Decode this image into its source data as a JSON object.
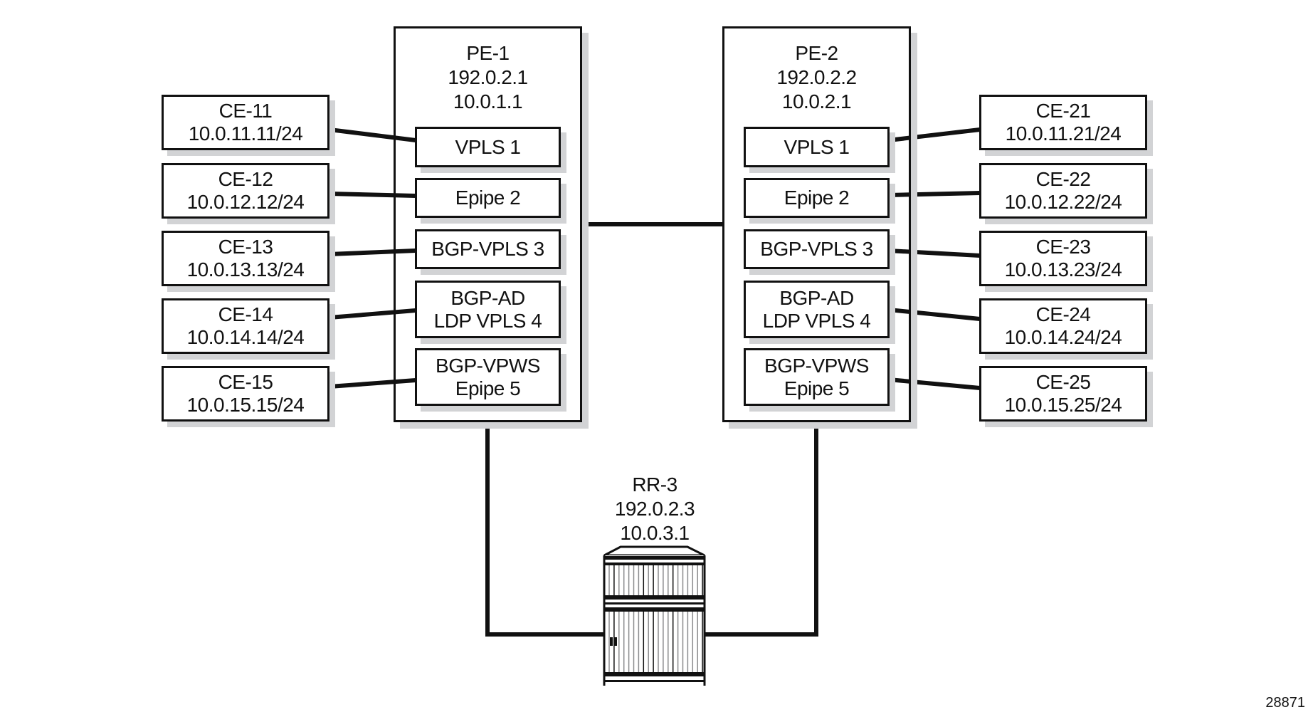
{
  "figure_id": "28871",
  "pe_routers": [
    {
      "name": "PE-1",
      "system_ip": "192.0.2.1",
      "interface_ip": "10.0.1.1",
      "services": [
        {
          "line1": "VPLS 1",
          "line2": ""
        },
        {
          "line1": "Epipe 2",
          "line2": ""
        },
        {
          "line1": "BGP-VPLS 3",
          "line2": ""
        },
        {
          "line1": "BGP-AD",
          "line2": "LDP VPLS 4"
        },
        {
          "line1": "BGP-VPWS",
          "line2": "Epipe 5"
        }
      ]
    },
    {
      "name": "PE-2",
      "system_ip": "192.0.2.2",
      "interface_ip": "10.0.2.1",
      "services": [
        {
          "line1": "VPLS 1",
          "line2": ""
        },
        {
          "line1": "Epipe 2",
          "line2": ""
        },
        {
          "line1": "BGP-VPLS 3",
          "line2": ""
        },
        {
          "line1": "BGP-AD",
          "line2": "LDP VPLS 4"
        },
        {
          "line1": "BGP-VPWS",
          "line2": "Epipe 5"
        }
      ]
    }
  ],
  "ce_left": [
    {
      "name": "CE-11",
      "ip": "10.0.11.11/24"
    },
    {
      "name": "CE-12",
      "ip": "10.0.12.12/24"
    },
    {
      "name": "CE-13",
      "ip": "10.0.13.13/24"
    },
    {
      "name": "CE-14",
      "ip": "10.0.14.14/24"
    },
    {
      "name": "CE-15",
      "ip": "10.0.15.15/24"
    }
  ],
  "ce_right": [
    {
      "name": "CE-21",
      "ip": "10.0.11.21/24"
    },
    {
      "name": "CE-22",
      "ip": "10.0.12.22/24"
    },
    {
      "name": "CE-23",
      "ip": "10.0.13.23/24"
    },
    {
      "name": "CE-24",
      "ip": "10.0.14.24/24"
    },
    {
      "name": "CE-25",
      "ip": "10.0.15.25/24"
    }
  ],
  "route_reflector": {
    "name": "RR-3",
    "system_ip": "192.0.2.3",
    "interface_ip": "10.0.3.1",
    "icon": "router-chassis-icon"
  },
  "links": [
    {
      "from": "PE-1",
      "to": "PE-2"
    },
    {
      "from": "PE-1",
      "to": "RR-3"
    },
    {
      "from": "PE-2",
      "to": "RR-3"
    },
    {
      "from": "CE-11",
      "to": "PE-1 VPLS 1"
    },
    {
      "from": "CE-12",
      "to": "PE-1 Epipe 2"
    },
    {
      "from": "CE-13",
      "to": "PE-1 BGP-VPLS 3"
    },
    {
      "from": "CE-14",
      "to": "PE-1 BGP-AD LDP VPLS 4"
    },
    {
      "from": "CE-15",
      "to": "PE-1 BGP-VPWS Epipe 5"
    },
    {
      "from": "CE-21",
      "to": "PE-2 VPLS 1"
    },
    {
      "from": "CE-22",
      "to": "PE-2 Epipe 2"
    },
    {
      "from": "CE-23",
      "to": "PE-2 BGP-VPLS 3"
    },
    {
      "from": "CE-24",
      "to": "PE-2 BGP-AD LDP VPLS 4"
    },
    {
      "from": "CE-25",
      "to": "PE-2 BGP-VPWS Epipe 5"
    }
  ],
  "colors": {
    "line": "#111111",
    "shadow": "#d2d3d5",
    "chassis_slot": "#8a8b8d"
  }
}
